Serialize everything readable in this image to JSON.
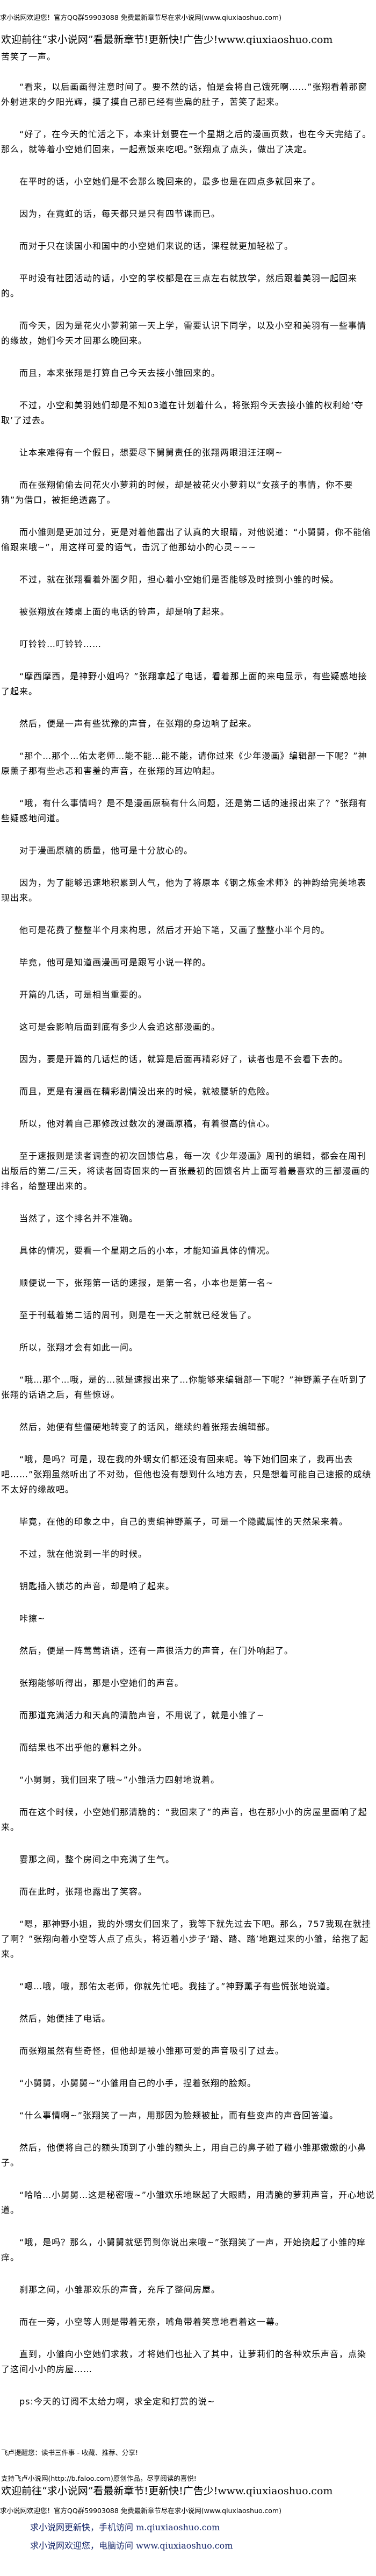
{
  "header": {
    "notice": "求小说网欢迎您！官方QQ群59903088 免费最新章节尽在求小说网(www.qiuxiaoshuo.com)",
    "banner": "欢迎前往“求小说网”看最新章节!更新快!广告少!www.qiuxiaoshuo.com"
  },
  "article": {
    "lead": "苦笑了一声。",
    "paragraphs": [
      "“看来，以后画画得注意时间了。要不然的话，怕是会将自己饿死啊……”张翔看着那窗外射进来的夕阳光辉，摸了摸自己那已经有些扁的肚子，苦笑了起来。",
      "“好了，在今天的忙活之下，本来计划要在一个星期之后的漫画页数，也在今天完结了。那么，就等着小空她们回来，一起煮饭来吃吧。”张翔点了点头，做出了决定。",
      "在平时的话，小空她们是不会那么晚回来的，最多也是在四点多就回来了。",
      "因为，在霓虹的话，每天都只是只有四节课而已。",
      "而对于只在读国小和国中的小空她们来说的话，课程就更加轻松了。",
      "平时没有社团活动的话，小空的学校都是在三点左右就放学，然后跟着美羽一起回来的。",
      "而今天，因为是花火小萝莉第一天上学，需要认识下同学，以及小空和美羽有一些事情的缘故，她们今天才回那么晚回来。",
      "而且，本来张翔是打算自己今天去接小雏回来的。",
      "不过，小空和美羽她们却是不知03道在计划着什么，将张翔今天去接小雏的权利给‘夺取’了过去。",
      "让本来难得有一个假日，想要尽下舅舅责任的张翔两眼泪汪汪啊~",
      "而在张翔偷偷去问花火小萝莉的时候，却是被花火小萝莉以“女孩子的事情，你不要猜”为借口，被拒绝透露了。",
      "而小雏则是更加过分，更是对着他露出了认真的大眼睛，对他说道：“小舅舅，你不能偷偷跟来哦~”，用这样可爱的语气，击沉了他那幼小的心灵~~~",
      "不过，就在张翔看着外面夕阳，担心着小空她们是否能够及时接到小雏的时候。",
      "被张翔放在矮桌上面的电话的铃声，却是响了起来。",
      "叮铃铃…叮铃铃……",
      "“摩西摩西，是神野小姐吗？”张翔拿起了电话，看着那上面的来电显示，有些疑惑地接了起来。",
      "然后，便是一声有些犹豫的声音，在张翔的身边响了起来。",
      "“那个…那个…佑太老师…能不能…能不能，请你过来《少年漫画》编辑部一下呢？”神原薰子那有些忐忑和害羞的声音，在张翔的耳边响起。",
      "“哦，有什么事情吗？是不是漫画原稿有什么问题，还是第二话的速报出来了？”张翔有些疑惑地问道。",
      "对于漫画原稿的质量，他可是十分放心的。",
      "因为，为了能够迅速地积累到人气，他为了将原本《钢之炼金术师》的神韵给完美地表现出来。",
      "他可是花费了整整半个月来构思，然后才开始下笔，又画了整整小半个月的。",
      "毕竟，他可是知道画漫画可是跟写小说一样的。",
      "开篇的几话，可是相当重要的。",
      "这可是会影响后面到底有多少人会追这部漫画的。",
      "因为，要是开篇的几话烂的话，就算是后面再精彩好了，读者也是不会看下去的。",
      "而且，更是有漫画在精彩剧情没出来的时候，就被腰斩的危险。",
      "所以，他对着自己那修改过数次的漫画原稿，有着很高的信心。",
      "至于速报则是读者调查的初次回馈信息，每一次《少年漫画》周刊的编辑，都会在周刊出版后的第二/三天，将读者回寄回来的一百张最初的回馈名片上面写着最喜欢的三部漫画的排名，给整理出来的。",
      "当然了，这个排名并不准确。",
      "具体的情况，要看一个星期之后的小本，才能知道具体的情况。",
      "顺便说一下，张翔第一话的速报，是第一名，小本也是第一名~",
      "至于刊载着第二话的周刊，则是在一天之前就已经发售了。",
      "所以，张翔才会有如此一问。",
      "“哦…那个…哦，是的…就是速报出来了…你能够来编辑部一下呢？”神野薰子在听到了张翔的话语之后，有些惊讶。",
      "然后，她便有些僵硬地转变了的话风，继续约着张翔去编辑部。",
      "“哦，是吗？可是，现在我的外甥女们都还没有回来呢。等下她们回来了，我再出去吧……”张翔虽然听出了不对劲，但他也没有想到什么地方去，只是想着可能自己速报的成绩不太好的缘故吧。",
      "毕竟，在他的印象之中，自己的责编神野薰子，可是一个隐藏属性的天然呆来着。",
      "不过，就在他说到一半的时候。",
      "钥匙插入锁芯的声音，却是响了起来。",
      "咔擦~",
      "然后，便是一阵莺莺语语，还有一声很活力的声音，在门外响起了。",
      "张翔能够听得出，那是小空她们的声音。",
      "而那道充满活力和天真的清脆声音，不用说了，就是小雏了~",
      "而结果也不出乎他的意料之外。",
      "“小舅舅，我们回来了哦~”小雏活力四射地说着。",
      "而在这个时候，小空她们那清脆的：“我回来了”的声音，也在那小小的房屋里面响了起来。",
      "霎那之间，整个房间之中充满了生气。",
      "而在此时，张翔也露出了笑容。",
      "“嗯，那神野小姐，我的外甥女们回来了，我等下就先过去下吧。那么，757我现在就挂了啊？”张翔向着小空等人点了点头，将迈着小步子‘踏、踏、踏’地跑过来的小雏，给抱了起来。",
      "“嗯…哦，哦，那佑太老师，你就先忙吧。我挂了。”神野薰子有些慌张地说道。",
      "然后，她便挂了电话。",
      "而张翔虽然有些奇怪，但他却是被小雏那可爱的声音吸引了过去。",
      "“小舅舅，小舅舅~”小雏用自己的小手，捏着张翔的脸颊。",
      "“什么事情啊~”张翔笑了一声，用那因为脸颊被扯，而有些变声的声音回答道。",
      "然后，他便将自己的额头顶到了小雏的额头上，用自己的鼻子碰了碰小雏那嫩嫩的小鼻子。",
      "“哈哈…小舅舅…这是秘密哦~”小雏欢乐地眯起了大眼睛，用清脆的萝莉声音，开心地说道。",
      "“哦，是吗？那么，小舅舅就惩罚到你说出来哦~”张翔笑了一声，开始挠起了小雏的痒痒。",
      "刹那之间，小雏那欢乐的声音，充斥了整间房屋。",
      "而在一旁，小空等人则是带着无奈，嘴角带着笑意地看着这一幕。",
      "直到，小雏向小空她们求救，才将她们也扯入了其中，让萝莉们的各种欢乐声音，点染了这间小小的房屋……",
      "ps:今天的订阅不太给力啊，求全定和打赏的说~"
    ]
  },
  "footer": {
    "faloo_reminder": "飞卢提醒您：读书三件事 - 收藏、推荐、分享!",
    "faloo_support": "支持飞卢小说网(http://b.faloo.com)原创作品，尽享阅读的喜悦!",
    "banner": "欢迎前往“求小说网”看最新章节!更新快!广告少!www.qiuxiaoshuo.com",
    "notice": "求小说网欢迎您！官方QQ群59903088 免费最新章节尽在求小说网(www.qiuxiaoshuo.com)",
    "mobile": "求小说网更新快，手机访问 m.qiuxiaoshuo.com",
    "desktop": "求小说网欢迎您，电脑访问 www.qiuxiaoshuo.com"
  },
  "colors": {
    "text": "#000000",
    "link_navy": "#1a2a6c",
    "background": "#ffffff"
  }
}
